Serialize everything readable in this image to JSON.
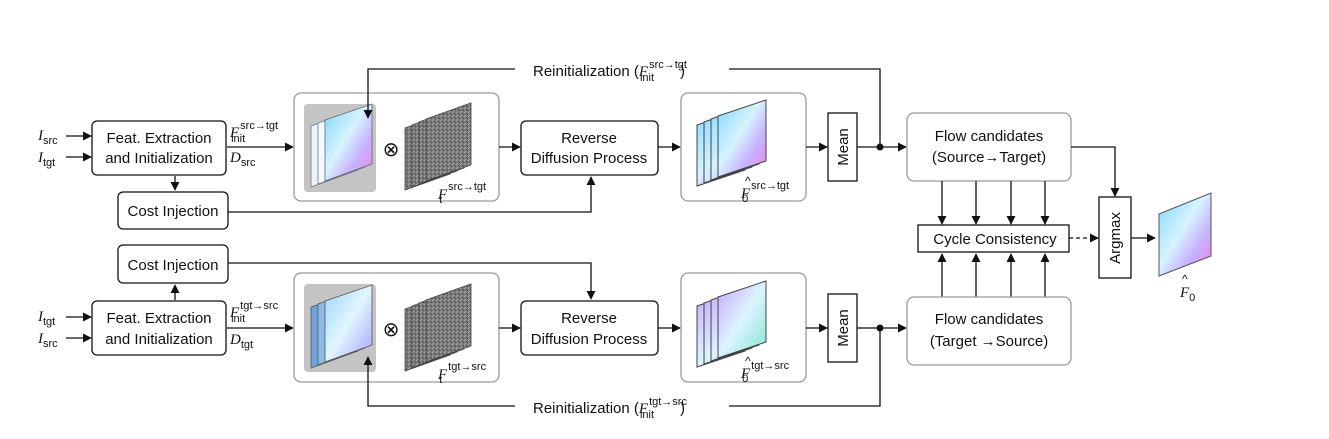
{
  "inputs_top": {
    "first": "I",
    "first_sub": "src",
    "second": "I",
    "second_sub": "tgt"
  },
  "inputs_bottom": {
    "first": "I",
    "first_sub": "tgt",
    "second": "I",
    "second_sub": "src"
  },
  "feat_box": {
    "line1": "Feat. Extraction",
    "line2": "and Initialization"
  },
  "cost_injection": "Cost Injection",
  "reverse_diffusion": {
    "line1": "Reverse",
    "line2": "Diffusion Process"
  },
  "mean": "Mean",
  "flow_candidates_top": {
    "line1": "Flow candidates",
    "line2": "(Source→Target)"
  },
  "flow_candidates_bottom": {
    "line1": "Flow candidates",
    "line2": "(Target →Source)"
  },
  "cycle_consistency": "Cycle Consistency",
  "argmax": "Argmax",
  "otimes": "⊗",
  "labels_top": {
    "reinit_text": "Reinitialization (",
    "reinit_close": ")",
    "F": "F",
    "init_sub": "init",
    "src_tgt_sup": "src→tgt",
    "D": "D",
    "D_sub": "src",
    "t_sub": "t",
    "zero_sub": "0"
  },
  "labels_bottom": {
    "reinit_text": "Reinitialization (",
    "reinit_close": ")",
    "F": "F",
    "init_sub": "init",
    "tgt_src_sup": "tgt→src",
    "D": "D",
    "D_sub": "tgt",
    "t_sub": "t",
    "zero_sub": "0"
  },
  "output": {
    "F": "F",
    "sub": "0"
  },
  "colors": {
    "line": "#111111",
    "container_border": "#9a9a9a",
    "gray_highlight": "#c4c4c4",
    "flow_a": "#9fe3ff",
    "flow_b": "#c9a7ff",
    "flow_c": "#e28be8",
    "noise": "#8a8a8a"
  }
}
